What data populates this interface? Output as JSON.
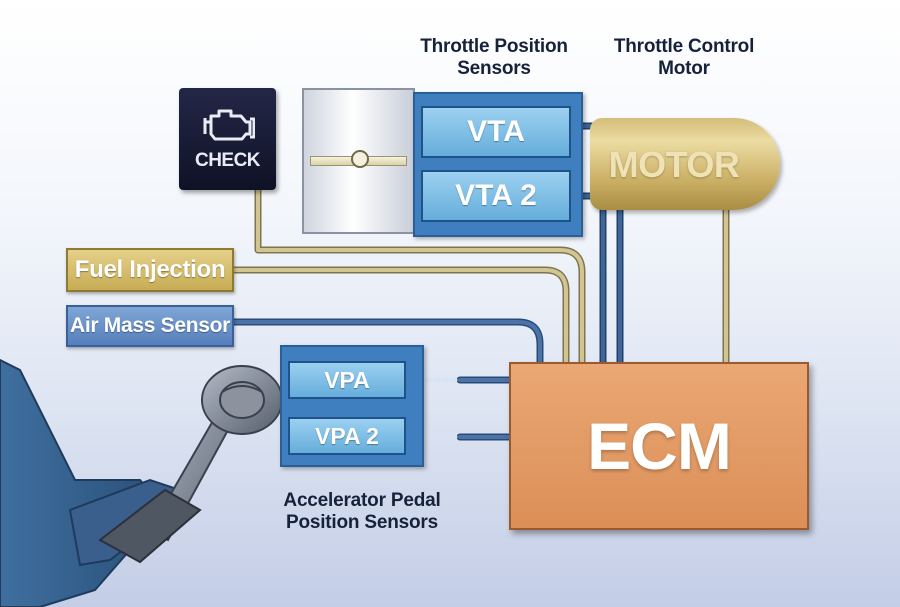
{
  "headings": {
    "throttle_position_sensors": [
      "Throttle Position",
      "Sensors"
    ],
    "throttle_control_motor": [
      "Throttle Control",
      "Motor"
    ],
    "accelerator_pedal_position_sensors": [
      "Accelerator Pedal",
      "Position Sensors"
    ]
  },
  "check_engine": {
    "label": "CHECK",
    "icon": "engine-icon"
  },
  "throttle_sensors": {
    "vta": "VTA",
    "vta2": "VTA 2"
  },
  "pedal_sensors": {
    "vpa": "VPA",
    "vpa2": "VPA 2"
  },
  "motor": {
    "label": "MOTOR"
  },
  "inputs": {
    "fuel_injection": "Fuel Injection",
    "air_mass_sensor": "Air Mass Sensor"
  },
  "ecm": {
    "label": "ECM"
  },
  "colors": {
    "wire_blue": "#35588a",
    "wire_gold": "#c4b67c",
    "sensor_blue": "#66aedc",
    "ecm_orange": "#dc8f57",
    "motor_gold": "#c9ad62",
    "check_navy": "#151935"
  }
}
